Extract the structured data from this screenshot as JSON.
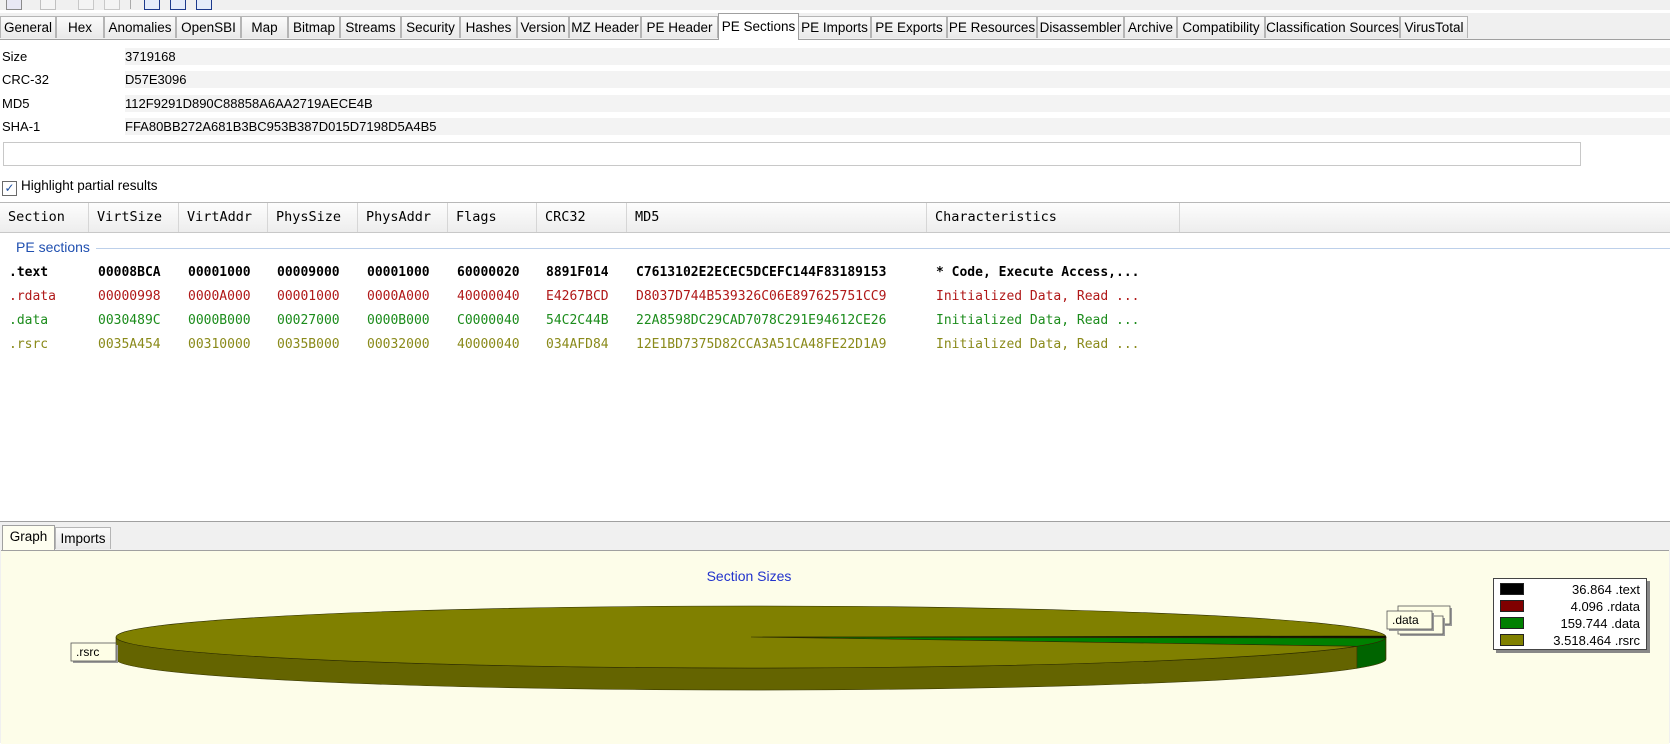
{
  "tabs": [
    "General",
    "Hex",
    "Anomalies",
    "OpenSBI",
    "Map",
    "Bitmap",
    "Streams",
    "Security",
    "Hashes",
    "Version",
    "MZ Header",
    "PE Header",
    "PE Sections",
    "PE Imports",
    "PE Exports",
    "PE Resources",
    "Disassembler",
    "Archive",
    "Compatibility",
    "Classification Sources",
    "VirusTotal"
  ],
  "active_tab": "PE Sections",
  "info": {
    "size_label": "Size",
    "size_value": "3719168",
    "crc_label": "CRC-32",
    "crc_value": "D57E3096",
    "md5_label": "MD5",
    "md5_value": "112F9291D890C88858A6AA2719AECE4B",
    "sha1_label": "SHA-1",
    "sha1_value": "FFA80BB272A681B3BC953B387D015D7198D5A4B5"
  },
  "highlight_partial": {
    "label": "Highlight partial results",
    "checked": true
  },
  "table": {
    "columns": [
      "Section",
      "VirtSize",
      "VirtAddr",
      "PhysSize",
      "PhysAddr",
      "Flags",
      "CRC32",
      "MD5",
      "Characteristics"
    ],
    "group_label": "PE sections",
    "rows": [
      {
        "cells": [
          ".text",
          "00008BCA",
          "00001000",
          "00009000",
          "00001000",
          "60000020",
          "8891F014",
          "C7613102E2ECEC5DCEFC144F83189153",
          "* Code, Execute Access,..."
        ],
        "color": "#000000",
        "bold": true
      },
      {
        "cells": [
          ".rdata",
          "00000998",
          "0000A000",
          "00001000",
          "0000A000",
          "40000040",
          "E4267BCD",
          "D8037D744B539326C06E897625751CC9",
          "Initialized Data, Read ..."
        ],
        "color": "#b01818",
        "bold": false
      },
      {
        "cells": [
          ".data",
          "0030489C",
          "0000B000",
          "00027000",
          "0000B000",
          "C0000040",
          "54C2C44B",
          "22A8598DC29CAD7078C291E94612CE26",
          "Initialized Data, Read ..."
        ],
        "color": "#1c8c1c",
        "bold": false
      },
      {
        "cells": [
          ".rsrc",
          "0035A454",
          "00310000",
          "0035B000",
          "00032000",
          "40000040",
          "034AFD84",
          "12E1BD7375D82CCA3A51CA48FE22D1A9",
          "Initialized Data, Read ..."
        ],
        "color": "#8a8a1a",
        "bold": false
      }
    ]
  },
  "bottom_tabs": [
    "Graph",
    "Imports"
  ],
  "bottom_active": "Graph",
  "chart_data": {
    "type": "pie",
    "title": "Section Sizes",
    "slices": [
      {
        "label": ".text",
        "value": 36864,
        "value_text": "36.864",
        "color": "#000000"
      },
      {
        "label": ".rdata",
        "value": 4096,
        "value_text": "4.096",
        "color": "#800000"
      },
      {
        "label": ".data",
        "value": 159744,
        "value_text": "159.744",
        "color": "#008000"
      },
      {
        "label": ".rsrc",
        "value": 3518464,
        "value_text": "3.518.464",
        "color": "#808000"
      }
    ],
    "legend_position": "top-right",
    "style": "3D"
  }
}
